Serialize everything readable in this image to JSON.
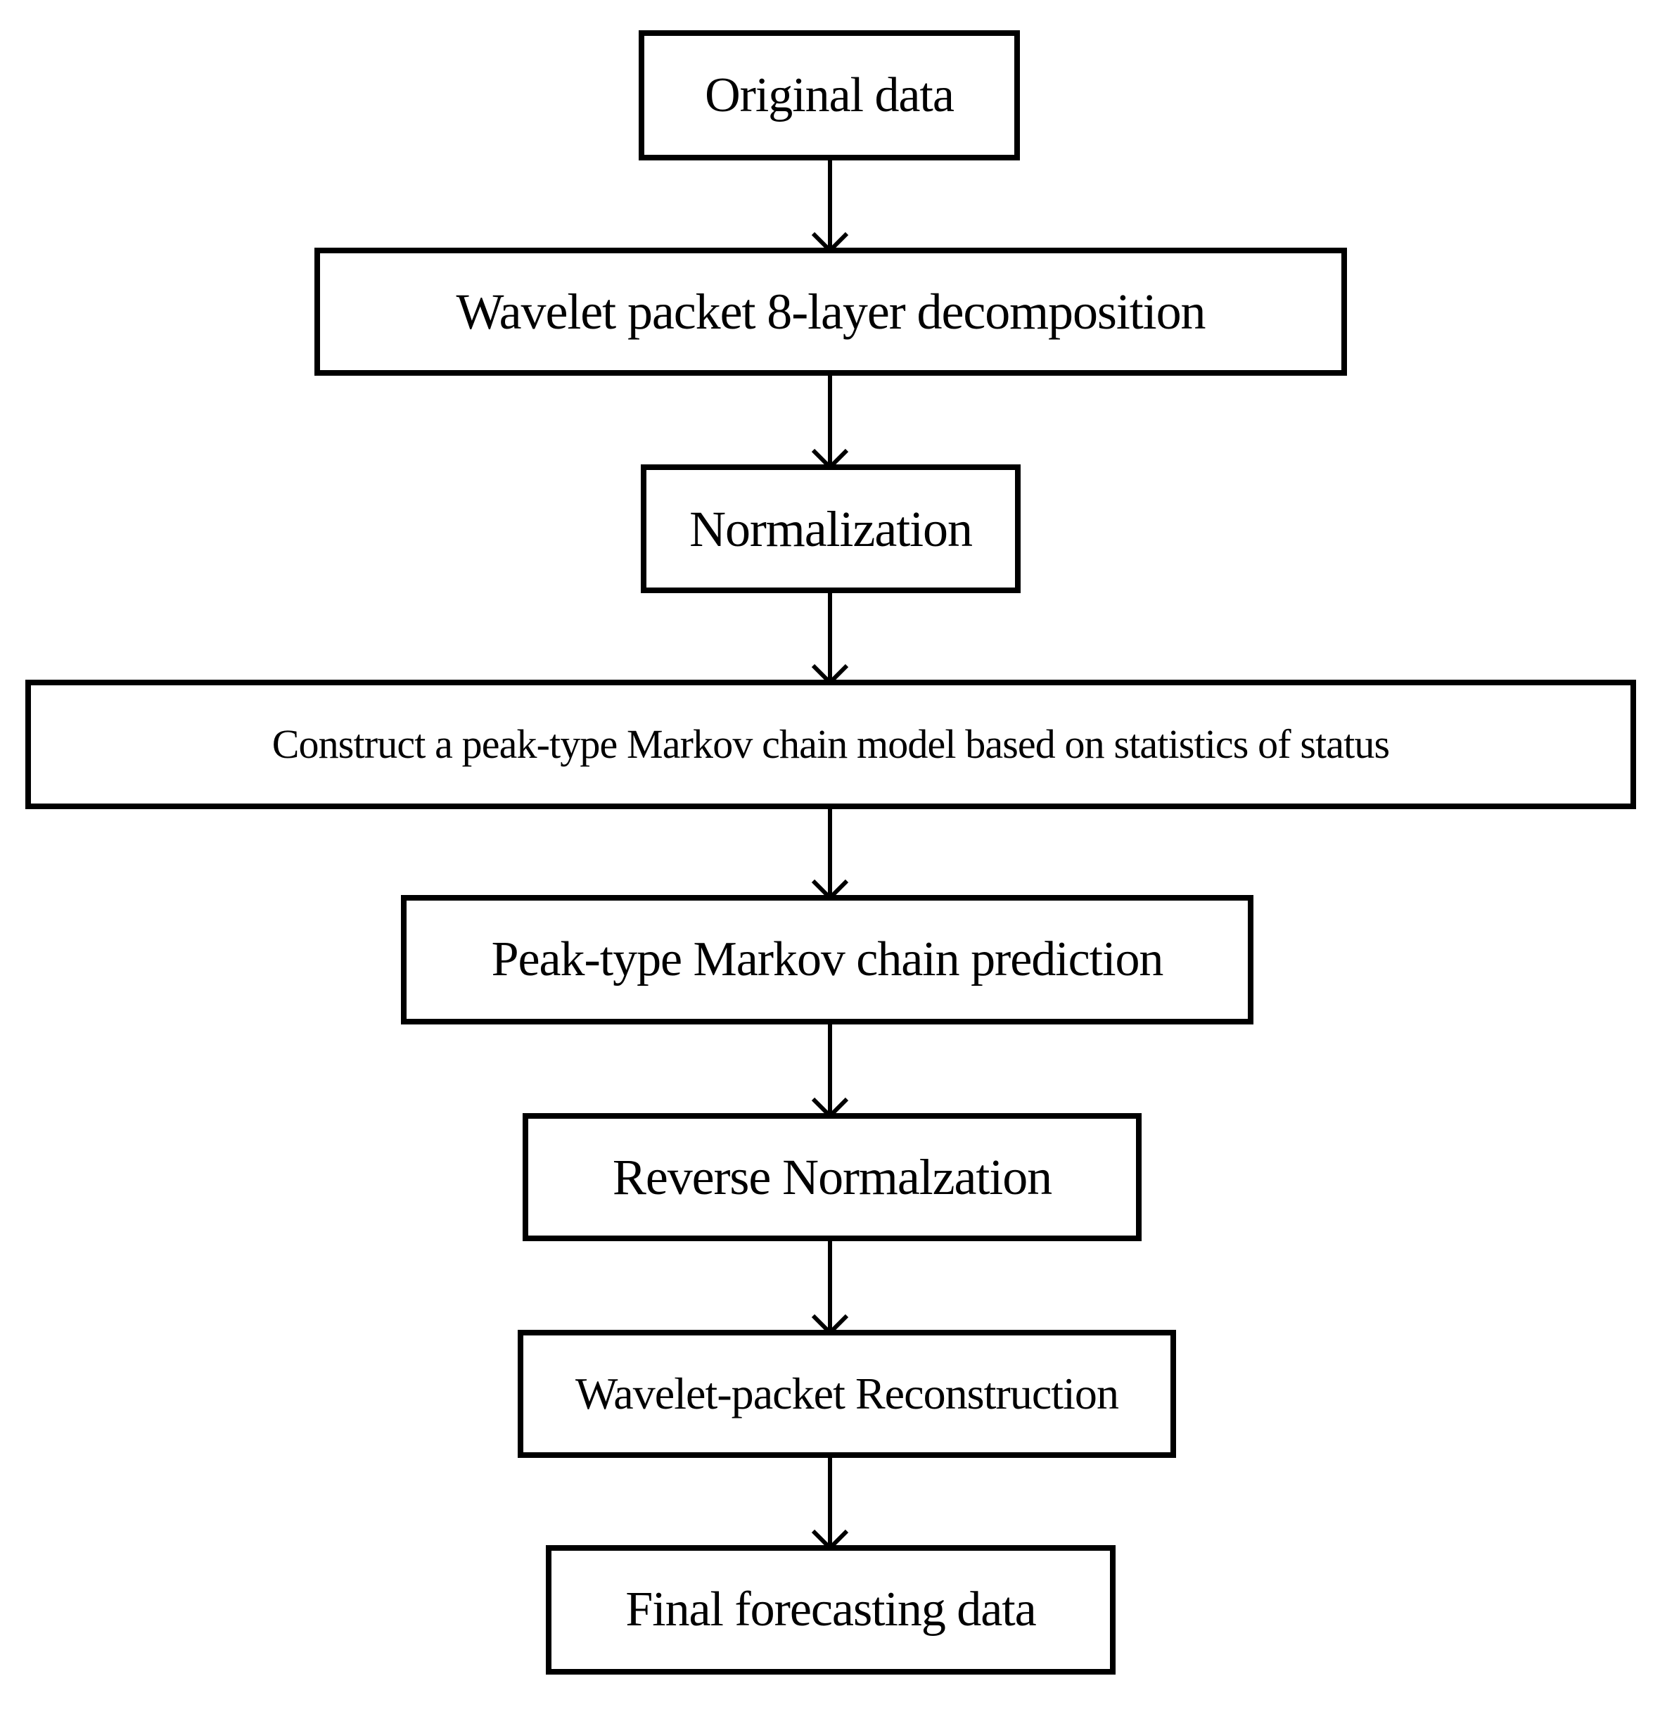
{
  "flowchart": {
    "type": "vertical-flow-diagram",
    "colors": {
      "node_border": "#000000",
      "node_background": "#ffffff",
      "text": "#000000",
      "arrow": "#000000",
      "page_background": "#ffffff"
    },
    "nodes": [
      {
        "label": "Original data"
      },
      {
        "label": "Wavelet packet 8-layer decomposition"
      },
      {
        "label": "Normalization"
      },
      {
        "label": "Construct a peak-type Markov chain model based on statistics of status"
      },
      {
        "label": "Peak-type Markov chain prediction"
      },
      {
        "label": "Reverse Normalzation"
      },
      {
        "label": "Wavelet-packet Reconstruction"
      },
      {
        "label": "Final forecasting data"
      }
    ],
    "edges": [
      {
        "from": 0,
        "to": 1
      },
      {
        "from": 1,
        "to": 2
      },
      {
        "from": 2,
        "to": 3
      },
      {
        "from": 3,
        "to": 4
      },
      {
        "from": 4,
        "to": 5
      },
      {
        "from": 5,
        "to": 6
      },
      {
        "from": 6,
        "to": 7
      }
    ]
  }
}
